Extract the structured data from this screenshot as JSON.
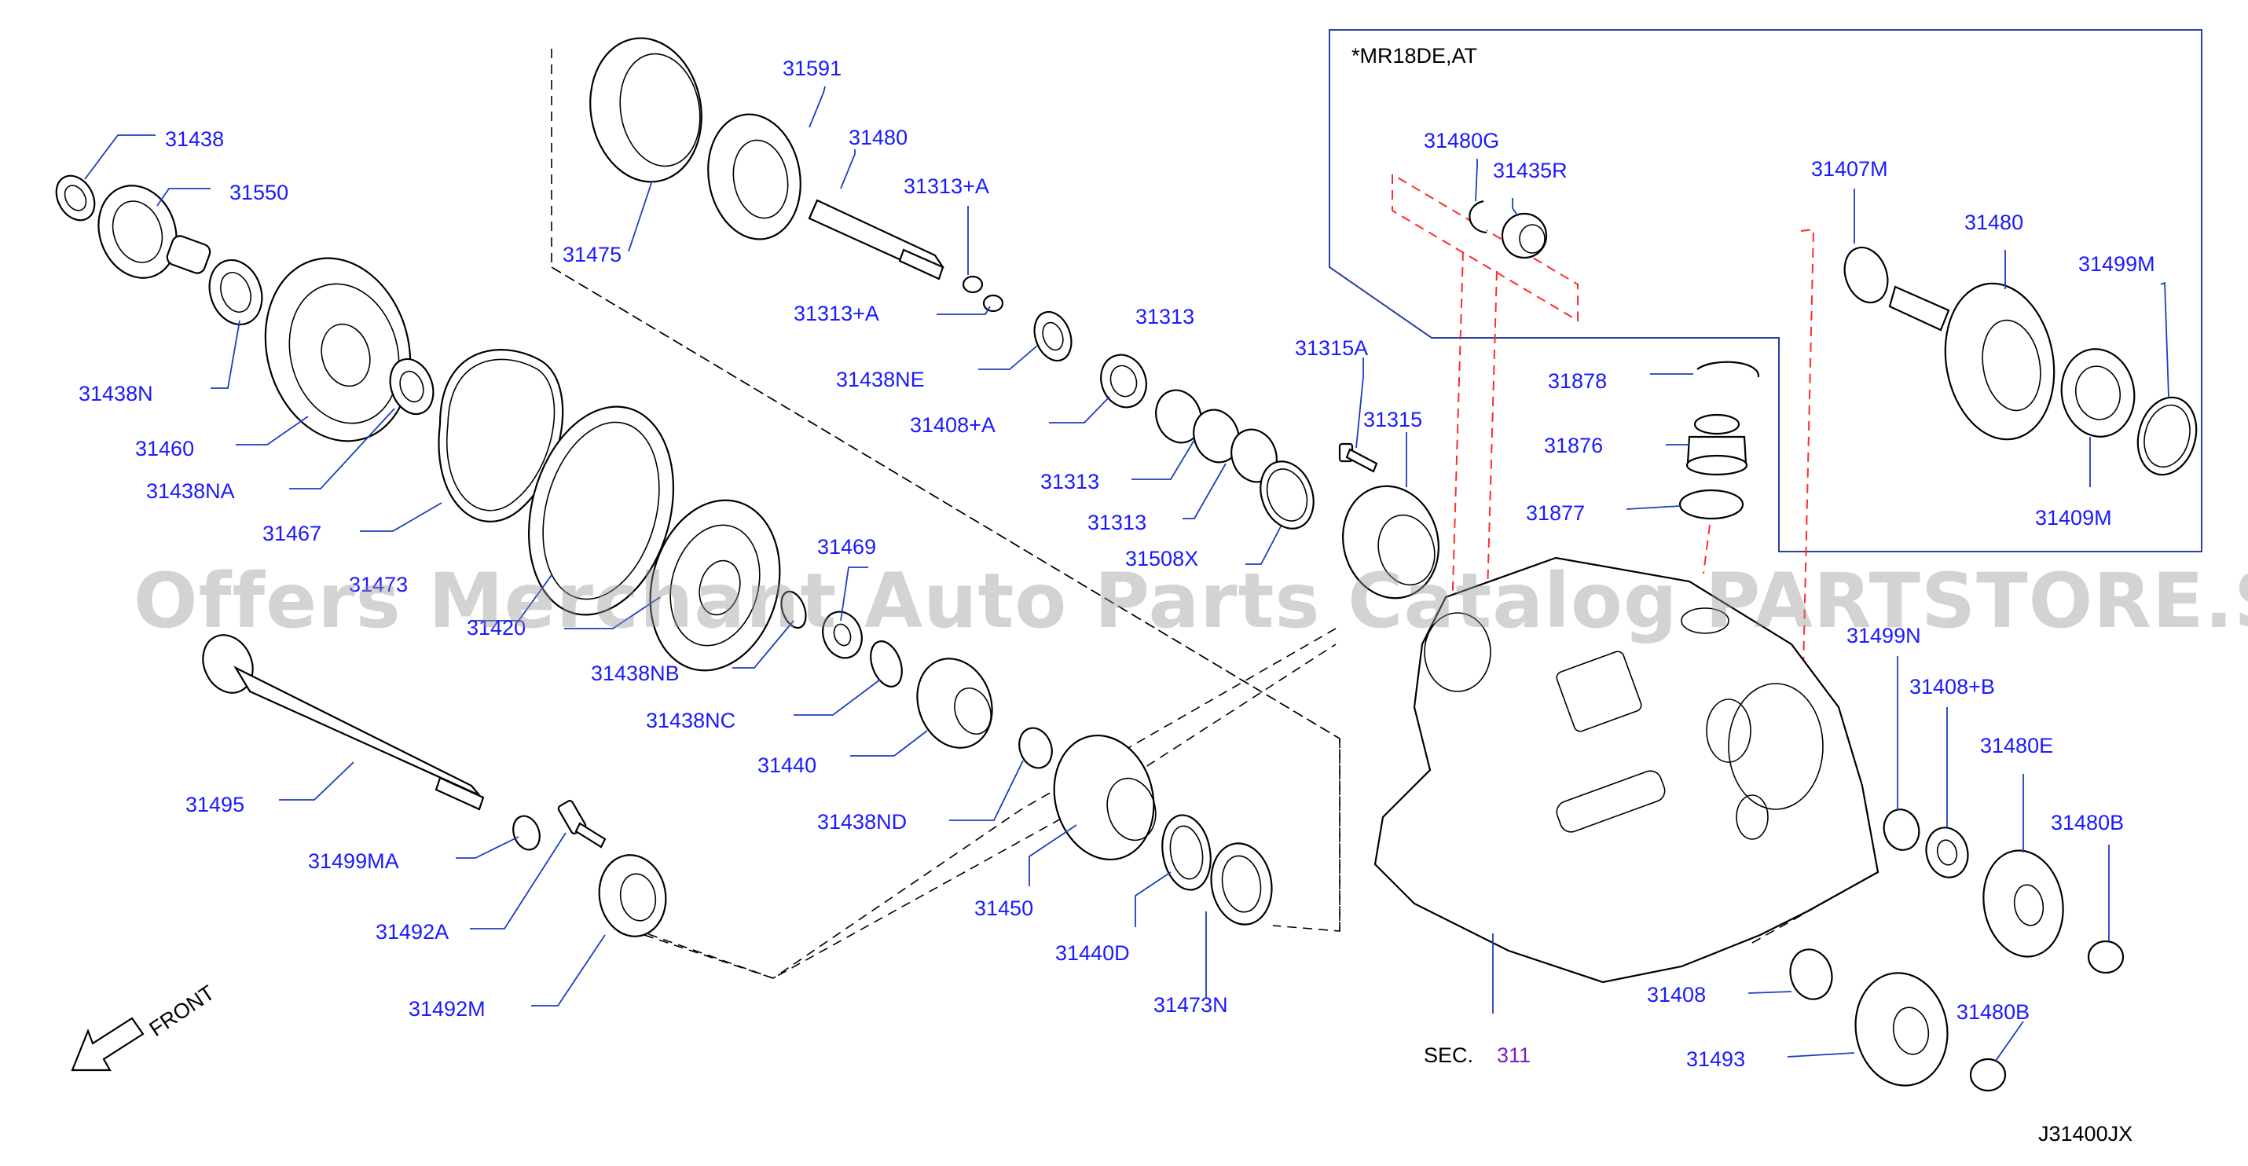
{
  "inset_title": "*MR18DE,AT",
  "watermark": "Offers Merchant Auto Parts Catalog PARTSTORE.SA",
  "front_label": "FRONT",
  "section_prefix": "SEC.",
  "section_number": "311",
  "diagram_code": "J31400JX",
  "colors": {
    "label": "#1a1aff",
    "section_number": "#7a1fbf",
    "inset_border": "#2a3fa0",
    "inset_guide": "#ff2a2a"
  },
  "parts": [
    "31438",
    "31550",
    "31438N",
    "31460",
    "31438NA",
    "31467",
    "31473",
    "31420",
    "31495",
    "31499MA",
    "31492A",
    "31492M",
    "31591",
    "31480",
    "31313+A",
    "31313+A",
    "31475",
    "31438NE",
    "31408+A",
    "31313",
    "31313",
    "31313",
    "31508X",
    "31315A",
    "31315",
    "31469",
    "31438NB",
    "31438NC",
    "31440",
    "31438ND",
    "31450",
    "31440D",
    "31473N",
    "31480G",
    "31435R",
    "31407M",
    "31480",
    "31499M",
    "31878",
    "31876",
    "31877",
    "31409M",
    "31499N",
    "31408+B",
    "31480E",
    "31480B",
    "31408",
    "31493",
    "31480B"
  ]
}
